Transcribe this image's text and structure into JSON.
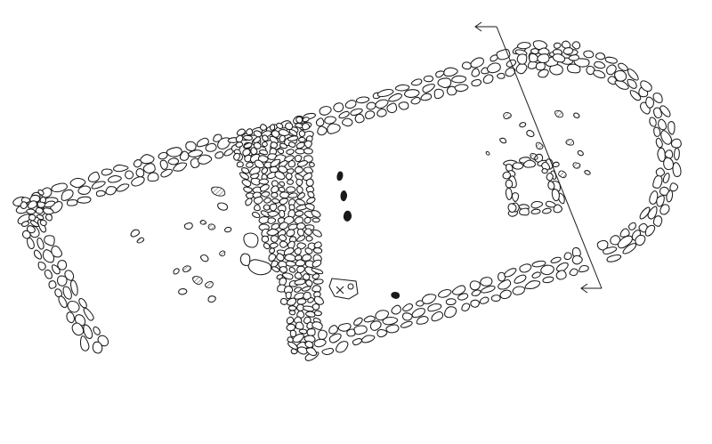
{
  "drawing": {
    "kind": "archaeological-ground-plan",
    "background": "#ffffff",
    "ink": "#1a1a1a",
    "structures": [
      "narthex-west-wall",
      "nave-south-wall",
      "nave-north-wall",
      "dividing-wall",
      "apse",
      "altar-base"
    ],
    "markers": [
      "section-line-a-a",
      "grave-cross-mark"
    ]
  }
}
